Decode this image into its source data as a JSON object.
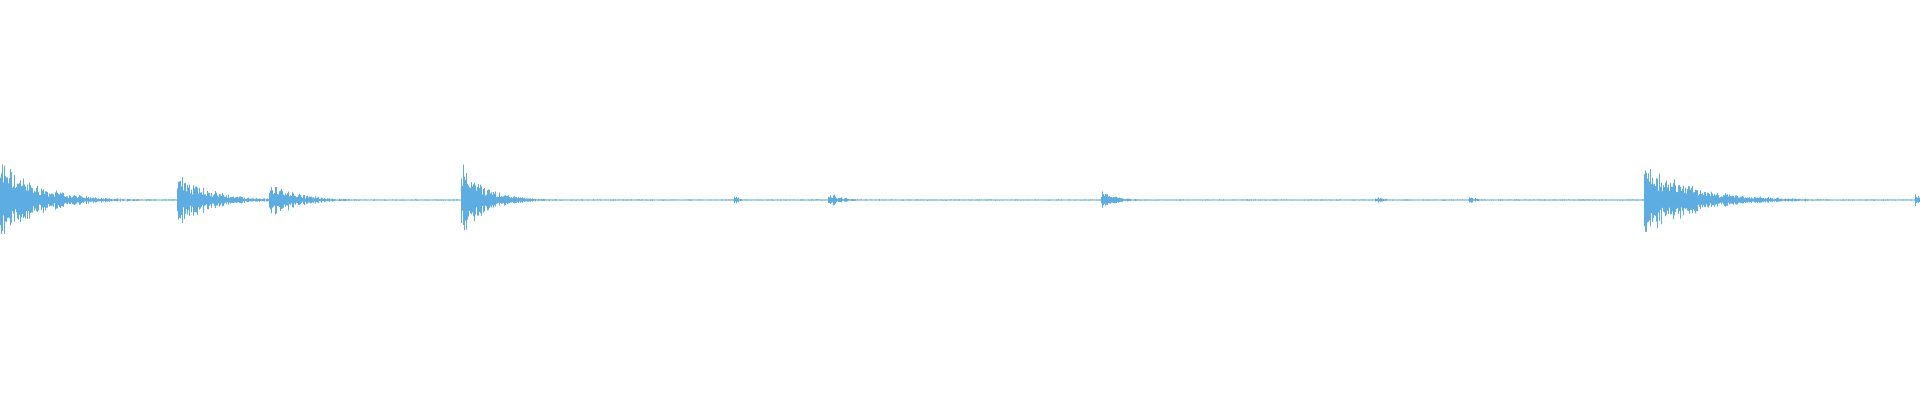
{
  "waveform": {
    "color": "#5DADE2",
    "background": "#FFFFFF",
    "bursts": [
      {
        "start": 0.0,
        "peak": 0.92,
        "decay": 0.055
      },
      {
        "start": 0.092,
        "peak": 0.66,
        "decay": 0.045
      },
      {
        "start": 0.14,
        "peak": 0.45,
        "decay": 0.04
      },
      {
        "start": 0.24,
        "peak": 0.8,
        "decay": 0.035
      },
      {
        "start": 0.382,
        "peak": 0.1,
        "decay": 0.012
      },
      {
        "start": 0.431,
        "peak": 0.18,
        "decay": 0.02
      },
      {
        "start": 0.573,
        "peak": 0.2,
        "decay": 0.024
      },
      {
        "start": 0.716,
        "peak": 0.09,
        "decay": 0.012
      },
      {
        "start": 0.765,
        "peak": 0.1,
        "decay": 0.01
      },
      {
        "start": 0.856,
        "peak": 0.85,
        "decay": 0.07
      },
      {
        "start": 0.997,
        "peak": 0.18,
        "decay": 0.01
      }
    ],
    "noise_floor": 0.018
  }
}
